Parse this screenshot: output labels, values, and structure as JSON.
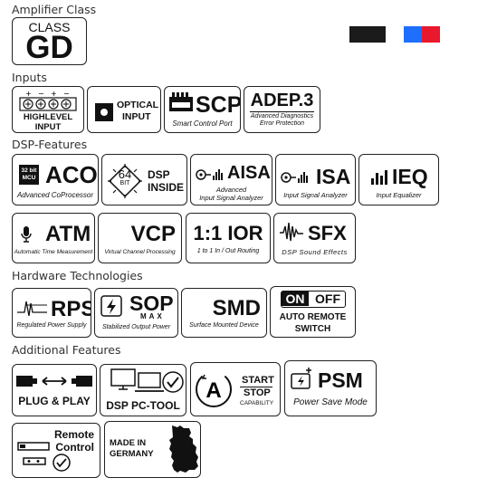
{
  "sections": {
    "amplifier_class": "Amplifier Class",
    "inputs": "Inputs",
    "dsp_features": "DSP-Features",
    "hardware": "Hardware Technologies",
    "additional": "Additional Features"
  },
  "colors": {
    "swatch_black": "#1b1b1b",
    "swatch_blue": "#1f6fff",
    "swatch_red": "#e8192c"
  },
  "badges": {
    "class_gd": {
      "top": "CLASS",
      "main": "GD"
    },
    "highlevel": {
      "line1": "HIGHLEVEL",
      "line2": "INPUT"
    },
    "optical": {
      "line1": "OPTICAL",
      "line2": "INPUT"
    },
    "scp": {
      "main": "SCP",
      "sub": "Smart Control Port"
    },
    "adep": {
      "main": "ADEP.3",
      "sub1": "Advanced Diagnostics",
      "sub2": "Error Protection"
    },
    "aco": {
      "chip": "32 bit MCU",
      "main": "ACO",
      "sub": "Advanced CoProcessor"
    },
    "dsp_inside": {
      "chip": "64",
      "chip_sub": "BIT",
      "line1": "DSP",
      "line2": "INSIDE"
    },
    "aisa": {
      "main": "AISA",
      "sub1": "Advanced",
      "sub2": "Input Signal Analyzer"
    },
    "isa": {
      "main": "ISA",
      "sub": "Input Signal Analyzer"
    },
    "ieq": {
      "main": "IEQ",
      "sub": "Input Equalizer"
    },
    "atm": {
      "main": "ATM",
      "sub": "Automatic Time Measurement"
    },
    "vcp": {
      "main": "VCP",
      "sub": "Virtual Channel Processing"
    },
    "ior": {
      "main": "1:1 IOR",
      "sub": "1 to 1 In / Out Routing"
    },
    "sfx": {
      "main": "SFX",
      "sub": "DSP Sound Effects"
    },
    "rps": {
      "main": "RPS",
      "sub": "Regulated Power Supply"
    },
    "sop": {
      "main": "SOP",
      "max": "MAX",
      "sub": "Stabilized Output Power"
    },
    "smd": {
      "main": "SMD",
      "sub": "Surface Mounted Device"
    },
    "auto_remote": {
      "on": "ON",
      "off": "OFF",
      "line1": "AUTO REMOTE",
      "line2": "SWITCH"
    },
    "plug_play": {
      "main": "PLUG & PLAY"
    },
    "dsp_pc_tool": {
      "main": "DSP PC-TOOL"
    },
    "start_stop": {
      "line1": "START",
      "line2": "STOP",
      "line3": "CAPABILITY"
    },
    "psm": {
      "main": "PSM",
      "sub": "Power Save Mode"
    },
    "remote_control": {
      "line1": "Remote",
      "line2": "Control"
    },
    "made_in_germany": {
      "line1": "MADE IN",
      "line2": "GERMANY"
    }
  }
}
